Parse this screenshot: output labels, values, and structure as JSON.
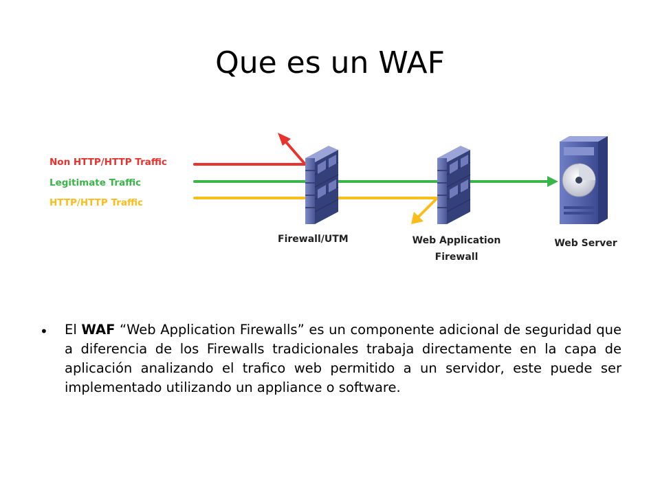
{
  "slide": {
    "title": "Que es un WAF"
  },
  "diagram": {
    "legend": [
      {
        "label": "Non HTTP/HTTP Traffic",
        "color": "#e8322e"
      },
      {
        "label": "Legitimate Traffic",
        "color": "#3bb54a"
      },
      {
        "label": "HTTP/HTTP Traffic",
        "color": "#fbbd1b"
      }
    ],
    "nodes": {
      "firewall": "Firewall/UTM",
      "waf_line1": "Web Application",
      "waf_line2": "Firewall",
      "server": "Web Server"
    },
    "colors": {
      "firewall_brick": "#5d6aa8",
      "firewall_dark": "#34407a",
      "server_body": "#5a69b2",
      "server_dark": "#2f3a78"
    }
  },
  "body": {
    "prefix": "El ",
    "bold": "WAF",
    "rest": " “Web Application Firewalls” es un componente adicional de seguridad que a diferencia de los Firewalls tradicionales trabaja directamente en la capa de aplicación analizando el trafico web permitido a un servidor, este puede ser implementado utilizando un appliance o software."
  }
}
